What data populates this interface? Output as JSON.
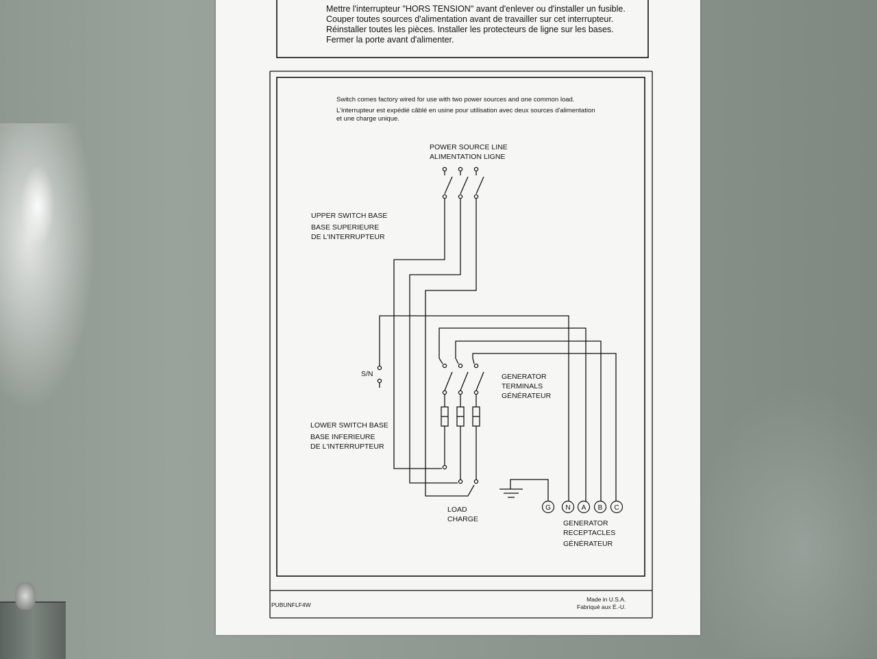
{
  "warning_lines": [
    "Mettre l'interrupteur \"HORS TENSION\" avant d'enlever ou d'installer un fusible.",
    "Couper toutes sources d'alimentation avant de travailler sur cet interrupteur.",
    "Réinstaller toutes les pièces. Installer les protecteurs de ligne sur les bases.",
    "Fermer la porte avant d'alimenter."
  ],
  "intro": {
    "en": "Switch comes factory wired for use with two power sources and one common load.",
    "fr_line1": "L'interrupteur est expédié câblé en usine pour utilisation avec deux sources d'alimentation",
    "fr_line2": "et une charge unique."
  },
  "labels": {
    "power_source": [
      "POWER SOURCE LINE",
      "ALIMENTATION LIGNE"
    ],
    "upper_base": [
      "UPPER SWITCH BASE",
      "BASE SUPERIEURE",
      "DE L'INTERRUPTEUR"
    ],
    "sn": "S/N",
    "gen_terminals": [
      "GENERATOR",
      "TERMINALS",
      "GÉNÉRATEUR"
    ],
    "lower_base": [
      "LOWER SWITCH BASE",
      "BASE INFERIEURE",
      "DE L'INTERRUPTEUR"
    ],
    "load": [
      "LOAD",
      "CHARGE"
    ],
    "gen_receptacles": [
      "GENERATOR",
      "RECEPTACLES",
      "GÉNÉRATEUR"
    ]
  },
  "receptacles": [
    "G",
    "N",
    "A",
    "B",
    "C"
  ],
  "footer": {
    "part_number": "PUBUNFLF4W",
    "made_in": "Made in U.S.A.",
    "fabrique": "Fabriqué aux É.-U."
  },
  "colors": {
    "paper": "#f6f6f4",
    "ink": "#111111",
    "enclosure": "#8f9890"
  }
}
